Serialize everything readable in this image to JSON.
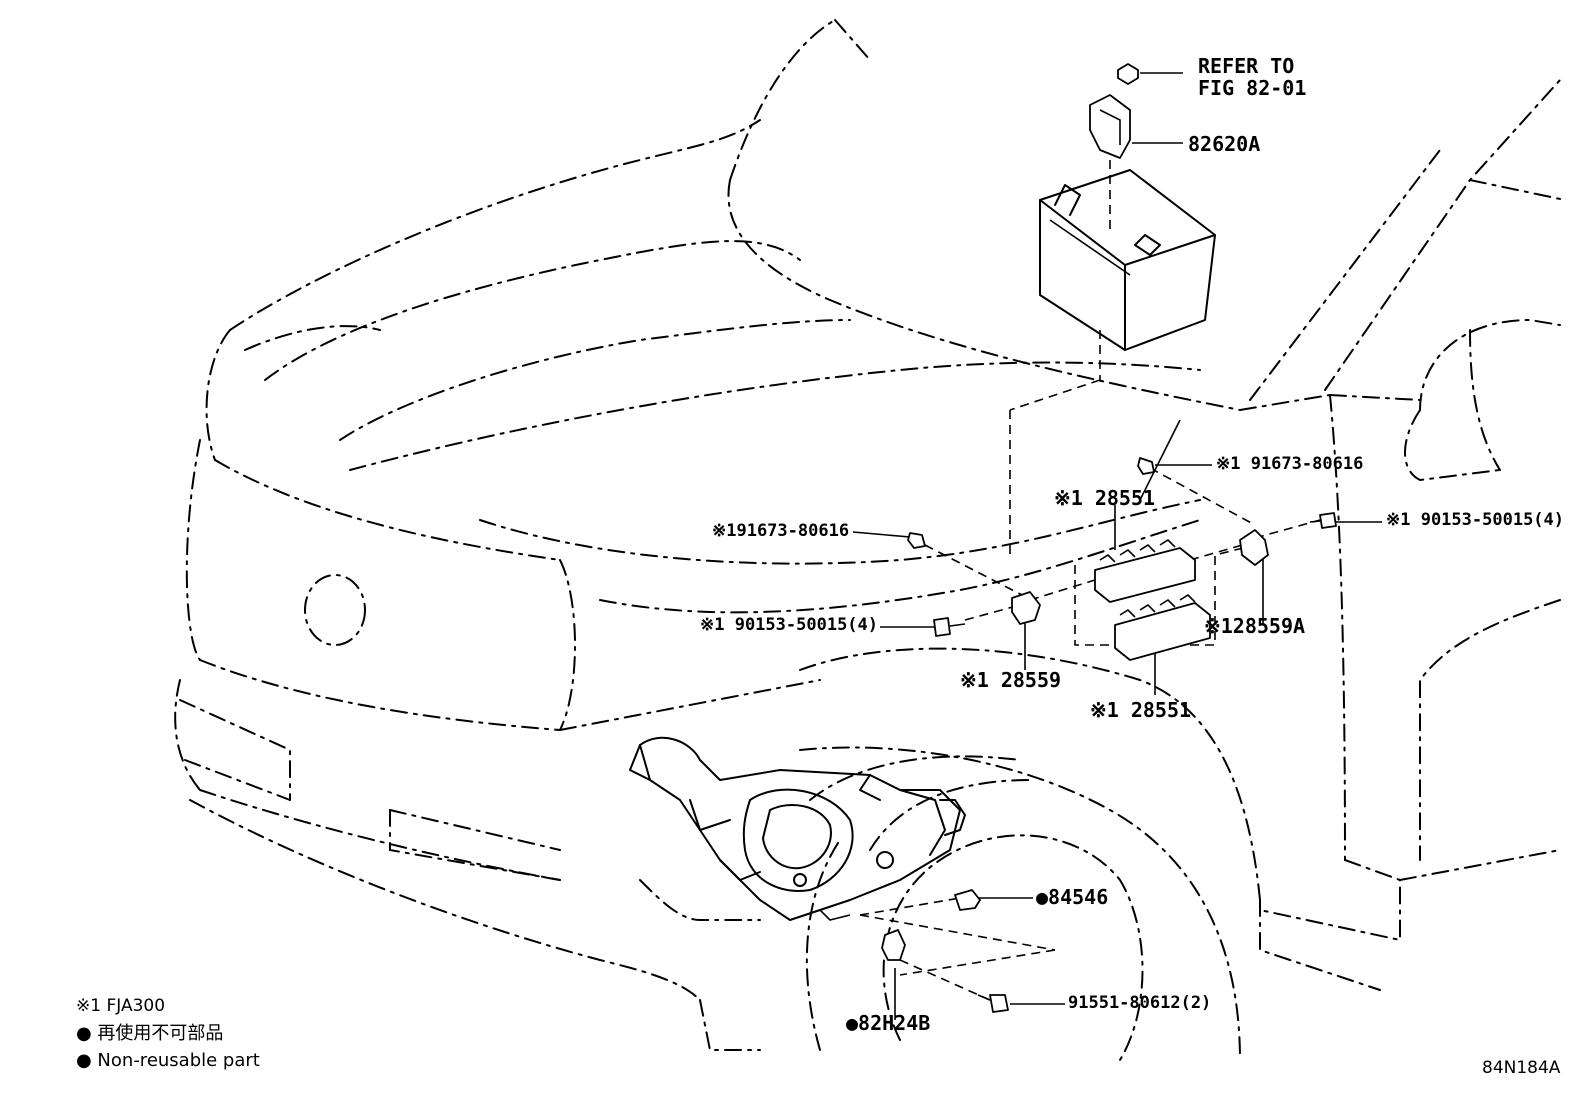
{
  "diagram": {
    "callouts": {
      "refer_to": "REFER TO",
      "fig_ref": "FIG 82-01",
      "p_82620A": "82620A",
      "p_91673_right": "※1 91673-80616",
      "p_28551_top": "※1 28551",
      "p_91673_left": "※191673-80616",
      "p_90153_right": "※1 90153-50015(4)",
      "p_90153_left": "※1 90153-50015(4)",
      "p_28559A": "※128559A",
      "p_28559": "※1 28559",
      "p_28551_bottom": "※1 28551",
      "p_84546": "●84546",
      "p_91551": "91551-80612(2)",
      "p_82H24B": "●82H24B"
    },
    "legend": {
      "note_1": "※1 FJA300",
      "non_reusable_jp": "● 再使用不可部品",
      "non_reusable_en": "● Non-reusable part"
    },
    "figure_code": "84N184A"
  }
}
